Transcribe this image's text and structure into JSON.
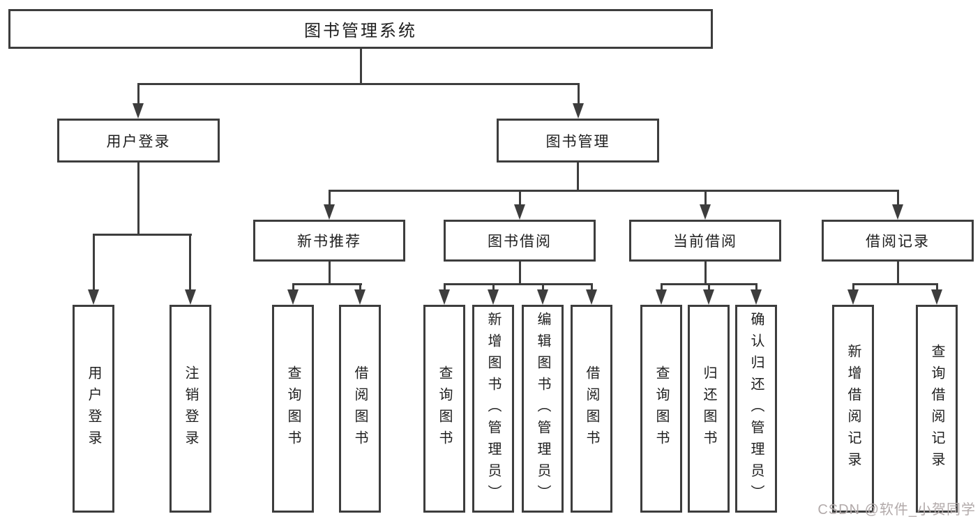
{
  "diagram": {
    "root": {
      "label": "图书管理系统"
    },
    "branches": [
      {
        "label": "用户登录",
        "children": [
          {
            "label": "用户登录"
          },
          {
            "label": "注销登录"
          }
        ]
      },
      {
        "label": "图书管理",
        "children": [
          {
            "label": "新书推荐",
            "children": [
              {
                "label": "查询图书"
              },
              {
                "label": "借阅图书"
              }
            ]
          },
          {
            "label": "图书借阅",
            "children": [
              {
                "label": "查询图书"
              },
              {
                "label": "新增图书（管理员）"
              },
              {
                "label": "编辑图书（管理员）"
              },
              {
                "label": "借阅图书"
              }
            ]
          },
          {
            "label": "当前借阅",
            "children": [
              {
                "label": "查询图书"
              },
              {
                "label": "归还图书"
              },
              {
                "label": "确认归还（管理员）"
              }
            ]
          },
          {
            "label": "借阅记录",
            "children": [
              {
                "label": "新增借阅记录"
              },
              {
                "label": "查询借阅记录"
              }
            ]
          }
        ]
      }
    ]
  },
  "watermark": {
    "text": "CSDN @软件_小贺同学"
  },
  "colors": {
    "background": "#ffffff",
    "line": "#3d3d3d",
    "text": "#1f1f1f",
    "watermark": "#b2aaaa"
  }
}
